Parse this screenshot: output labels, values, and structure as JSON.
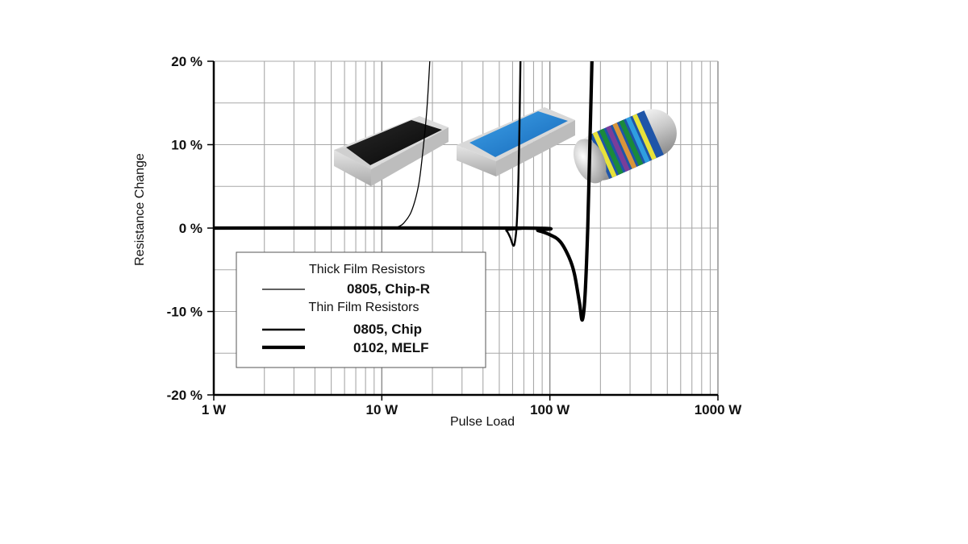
{
  "chart_data": {
    "type": "line",
    "xlabel": "Pulse Load",
    "ylabel": "Resistance Change",
    "x_scale": "log",
    "xlim": [
      1,
      1000
    ],
    "ylim": [
      -20,
      20
    ],
    "x_ticks": [
      {
        "value": 1,
        "label": "1 W"
      },
      {
        "value": 10,
        "label": "10 W"
      },
      {
        "value": 100,
        "label": "100 W"
      },
      {
        "value": 1000,
        "label": "1000 W"
      }
    ],
    "y_ticks": [
      {
        "value": 20,
        "label": "20 %"
      },
      {
        "value": 10,
        "label": "10 %"
      },
      {
        "value": 0,
        "label": "0 %"
      },
      {
        "value": -10,
        "label": "-10 %"
      },
      {
        "value": -20,
        "label": "-20 %"
      }
    ],
    "grid": true,
    "legend": {
      "placement": "bottom-left",
      "groups": [
        {
          "heading": "Thick Film Resistors",
          "entries": [
            {
              "series": 0,
              "label": "0805, Chip-R"
            }
          ]
        },
        {
          "heading": "Thin Film Resistors",
          "entries": [
            {
              "series": 1,
              "label": "0805, Chip"
            },
            {
              "series": 2,
              "label": "0102, MELF"
            }
          ]
        }
      ]
    },
    "series": [
      {
        "name": "0805, Chip-R",
        "color": "#000000",
        "weight": "thin",
        "points": [
          [
            1,
            0
          ],
          [
            10,
            0
          ],
          [
            11.5,
            0
          ],
          [
            12.5,
            0.15
          ],
          [
            13.5,
            0.6
          ],
          [
            15,
            2
          ],
          [
            16.5,
            5
          ],
          [
            17.5,
            9
          ],
          [
            18.5,
            14
          ],
          [
            19.3,
            20
          ]
        ]
      },
      {
        "name": "0805, Chip",
        "color": "#000000",
        "weight": "medium",
        "points": [
          [
            1,
            0
          ],
          [
            50,
            0
          ],
          [
            55,
            -0.3
          ],
          [
            58,
            -1.1
          ],
          [
            60.5,
            -2.1
          ],
          [
            62,
            -1.6
          ],
          [
            63.5,
            0.5
          ],
          [
            65,
            6
          ],
          [
            66,
            13
          ],
          [
            66.8,
            20
          ]
        ]
      },
      {
        "name": "0102, MELF",
        "color": "#000000",
        "weight": "thick",
        "points": [
          [
            1,
            0
          ],
          [
            70,
            0
          ],
          [
            85,
            -0.3
          ],
          [
            100,
            -0.8
          ],
          [
            115,
            -1.6
          ],
          [
            130,
            -3.5
          ],
          [
            140,
            -5.5
          ],
          [
            150,
            -9
          ],
          [
            156,
            -11
          ],
          [
            162,
            -8
          ],
          [
            168,
            0
          ],
          [
            172,
            8
          ],
          [
            176,
            16
          ],
          [
            178,
            20
          ]
        ]
      }
    ]
  }
}
